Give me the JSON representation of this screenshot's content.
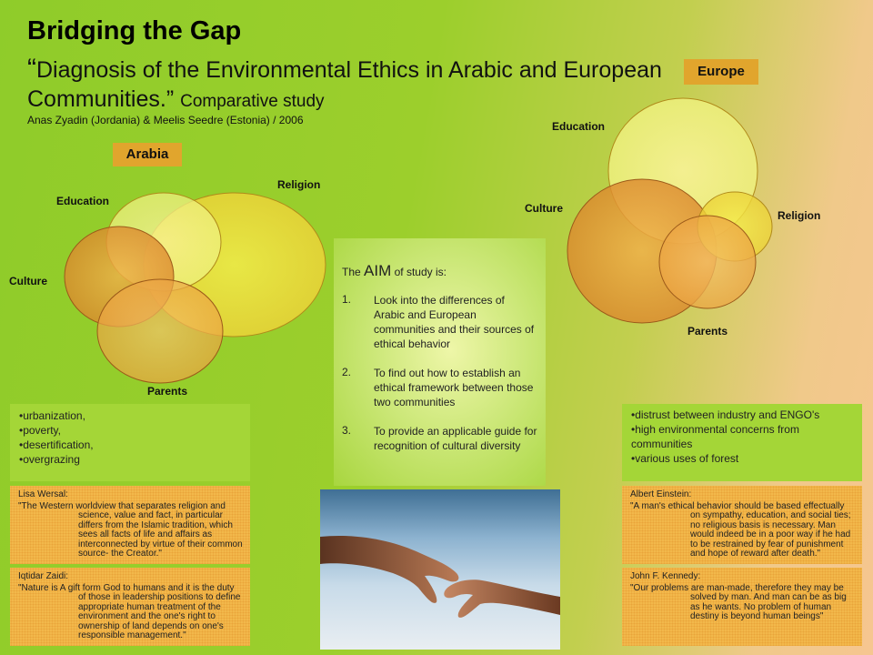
{
  "header": {
    "title": "Bridging the Gap",
    "quote_open": "“",
    "subtitle_main": "Diagnosis of the Environmental Ethics in Arabic and European Communities.”",
    "subtitle_tail": "Comparative study",
    "authors": "Anas Zyadin (Jordania) & Meelis Seedre (Estonia) / 2006"
  },
  "arabia": {
    "tag": "Arabia",
    "labels": {
      "education": "Education",
      "religion": "Religion",
      "culture": "Culture",
      "parents": "Parents"
    },
    "issues": [
      "•urbanization,",
      "•poverty,",
      "•desertification,",
      "•overgrazing"
    ]
  },
  "europe": {
    "tag": "Europe",
    "labels": {
      "education": "Education",
      "culture": "Culture",
      "religion": "Religion",
      "parents": "Parents"
    },
    "issues": [
      "•distrust between industry and ENGO's",
      "•high environmental concerns from communities",
      "•various uses of forest"
    ]
  },
  "aim": {
    "prefix": "The",
    "word": "AIM",
    "suffix": "of study is:",
    "items": [
      {
        "num": "1.",
        "text": "Look into the differences of Arabic and European communities and their sources of ethical behavior"
      },
      {
        "num": "2.",
        "text": "To find out how to establish an ethical framework between those two communities"
      },
      {
        "num": "3.",
        "text": "To provide an applicable guide for recognition of cultural diversity"
      }
    ]
  },
  "quotes": {
    "wersal": {
      "who": "Lisa Wersal:",
      "text": "\"The Western worldview that separates religion and science, value and fact, in particular differs from the Islamic tradition, which sees all facts of life and affairs as interconnected by virtue of their common source- the Creator.\""
    },
    "zaidi": {
      "who": "Iqtidar Zaidi:",
      "text": "\"Nature is A gift form God to humans and it is the duty of those in leadership positions to define appropriate human treatment of the environment and the one's right to ownership of land depends on one's responsible management.\""
    },
    "einstein": {
      "who": "Albert Einstein:",
      "text": "\"A man's ethical behavior should be based effectually on sympathy, education, and social ties; no religious basis is necessary. Man would indeed be in a poor way if he had to be restrained by fear of punishment and hope of reward after death.\""
    },
    "kennedy": {
      "who": "John F. Kennedy:",
      "text": "\"Our problems are man-made, therefore they may be solved by man. And man can be as big as he wants. No problem of human destiny is beyond human beings\""
    }
  },
  "colors": {
    "tag": "#e1a52d",
    "green_box": "#a4d637",
    "quote_box": "#f2b84b"
  }
}
